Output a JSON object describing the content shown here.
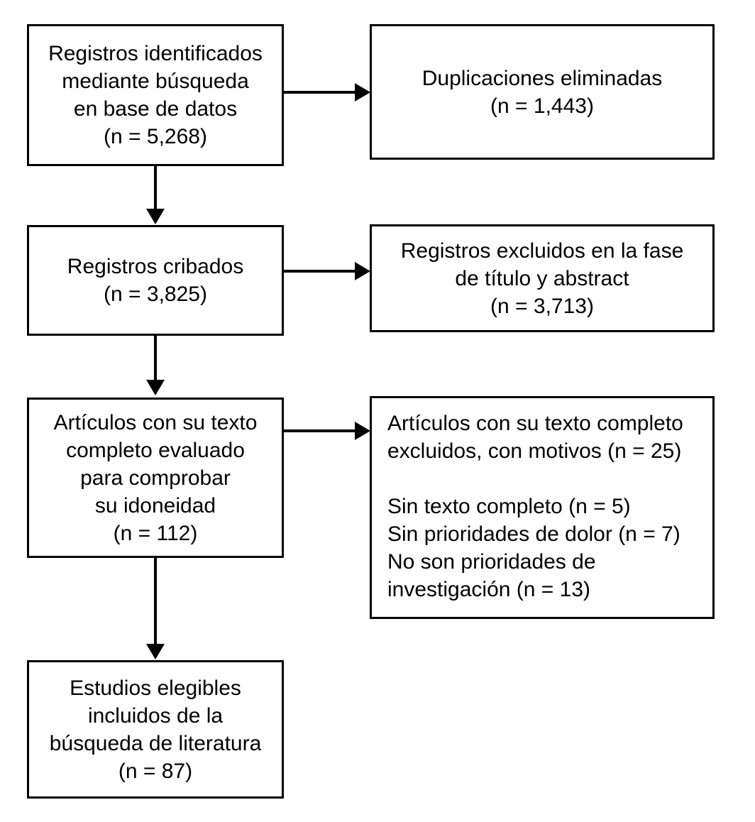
{
  "diagram": {
    "title": "PRISMA flow diagram (Spanish)",
    "type": "flowchart",
    "language": "es",
    "colors": {
      "background": "#ffffff",
      "box_border": "#000000",
      "text": "#000000",
      "connector": "#000000"
    },
    "boxes": [
      {
        "id": "identified",
        "column": "left",
        "row": 1,
        "align": "center",
        "text": "Registros identificados\nmediante búsqueda\nen base de datos\n(n = 5,268)",
        "count_label": "(n = 5,268)",
        "count": 5268
      },
      {
        "id": "duplicates-removed",
        "column": "right",
        "row": 1,
        "align": "center",
        "text": "Duplicaciones eliminadas\n(n = 1,443)",
        "count_label": "(n = 1,443)",
        "count": 1443
      },
      {
        "id": "screened",
        "column": "left",
        "row": 2,
        "align": "center",
        "text": "Registros cribados\n(n = 3,825)",
        "count_label": "(n = 3,825)",
        "count": 3825
      },
      {
        "id": "excluded-title-abstract",
        "column": "right",
        "row": 2,
        "align": "center",
        "text": "Registros excluidos en la fase\nde título y abstract\n(n = 3,713)",
        "count_label": "(n = 3,713)",
        "count": 3713
      },
      {
        "id": "fulltext-assessed",
        "column": "left",
        "row": 3,
        "align": "center",
        "text": "Artículos con su texto\ncompleto evaluado\npara comprobar\nsu idoneidad\n(n = 112)",
        "count_label": "(n = 112)",
        "count": 112
      },
      {
        "id": "fulltext-excluded",
        "column": "right",
        "row": 3,
        "align": "left",
        "text": "Artículos con su texto completo\nexcluidos, con motivos (n = 25)\n\nSin texto completo (n = 5)\nSin prioridades de dolor (n = 7)\nNo son prioridades de\ninvestigación (n = 13)",
        "count_label": "(n = 25)",
        "count": 25,
        "reasons": [
          {
            "label": "Sin texto completo",
            "count_label": "(n = 5)",
            "count": 5
          },
          {
            "label": "Sin prioridades de dolor",
            "count_label": "(n = 7)",
            "count": 7
          },
          {
            "label": "No son prioridades de investigación",
            "count_label": "(n = 13)",
            "count": 13
          }
        ]
      },
      {
        "id": "included",
        "column": "left",
        "row": 4,
        "align": "center",
        "text": "Estudios elegibles\nincluidos de la\nbúsqueda de literatura\n(n = 87)",
        "count_label": "(n = 87)",
        "count": 87
      }
    ],
    "connectors": [
      {
        "id": "identified-to-duplicates",
        "direction": "right",
        "from": "identified",
        "to": "duplicates-removed"
      },
      {
        "id": "identified-to-screened",
        "direction": "down",
        "from": "identified",
        "to": "screened"
      },
      {
        "id": "screened-to-excluded",
        "direction": "right",
        "from": "screened",
        "to": "excluded-title-abstract"
      },
      {
        "id": "screened-to-fulltext",
        "direction": "down",
        "from": "screened",
        "to": "fulltext-assessed"
      },
      {
        "id": "fulltext-to-excluded",
        "direction": "right",
        "from": "fulltext-assessed",
        "to": "fulltext-excluded"
      },
      {
        "id": "fulltext-to-included",
        "direction": "down",
        "from": "fulltext-assessed",
        "to": "included"
      }
    ]
  }
}
